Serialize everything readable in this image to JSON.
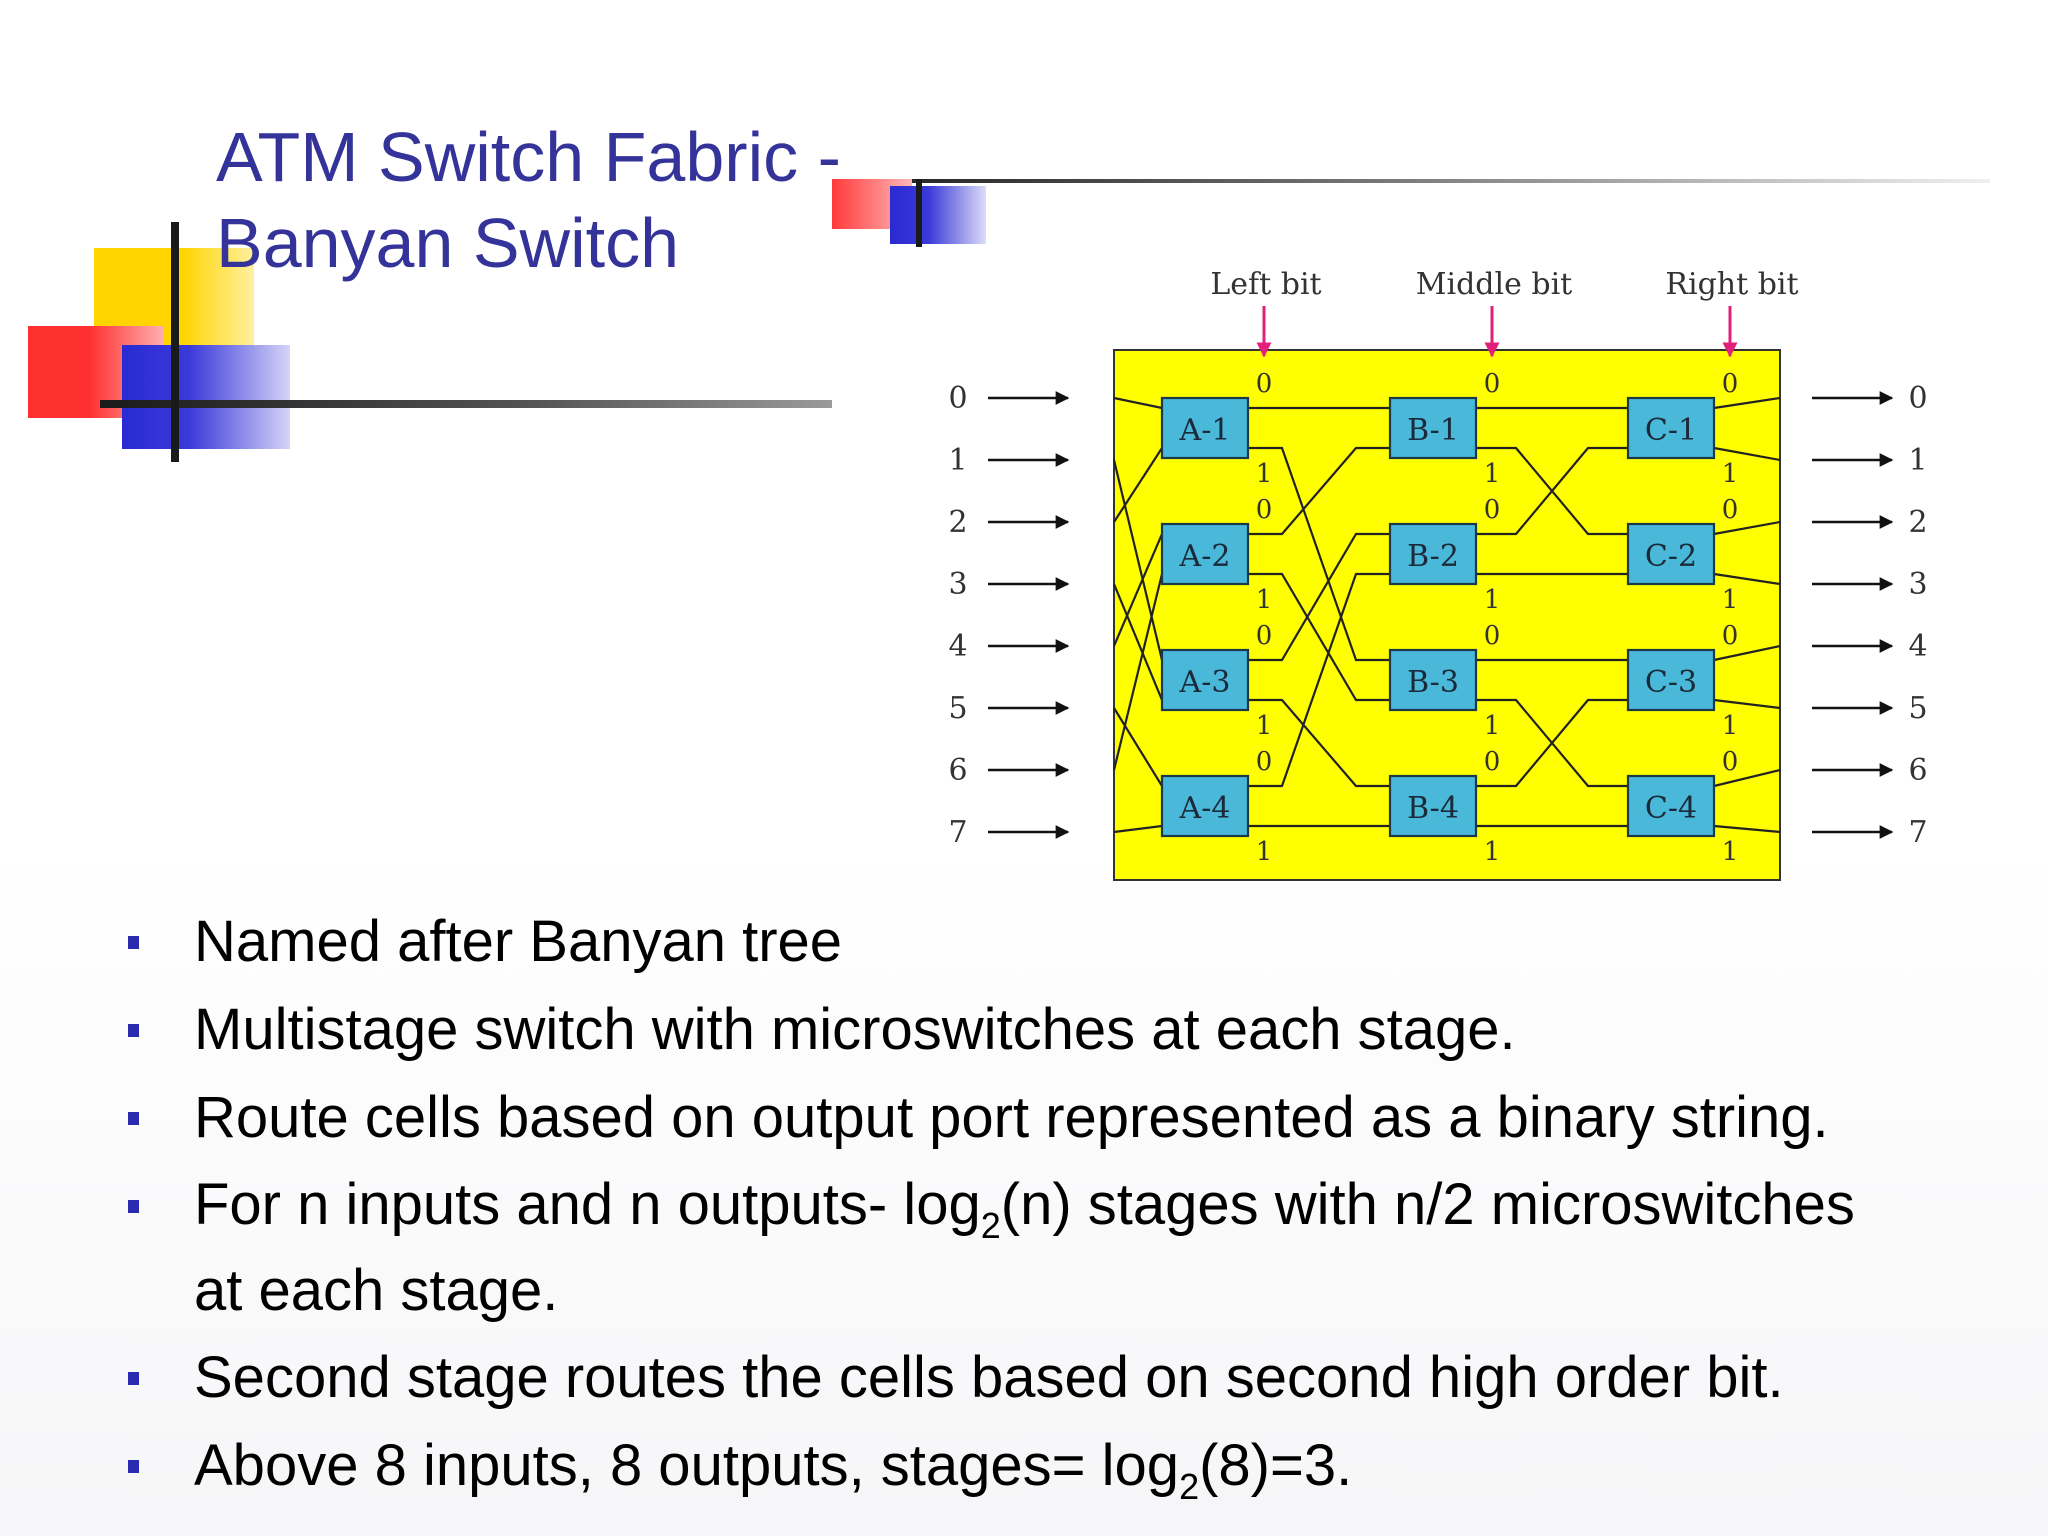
{
  "slide": {
    "title_line1": "ATM Switch Fabric -",
    "title_line2": "Banyan Switch"
  },
  "diagram": {
    "headers": [
      "Left bit",
      "Middle bit",
      "Right bit"
    ],
    "inputs": [
      "0",
      "1",
      "2",
      "3",
      "4",
      "5",
      "6",
      "7"
    ],
    "outputs": [
      "0",
      "1",
      "2",
      "3",
      "4",
      "5",
      "6",
      "7"
    ],
    "stages": [
      [
        "A-1",
        "A-2",
        "A-3",
        "A-4"
      ],
      [
        "B-1",
        "B-2",
        "B-3",
        "B-4"
      ],
      [
        "C-1",
        "C-2",
        "C-3",
        "C-4"
      ]
    ],
    "port_labels": [
      "0",
      "1"
    ],
    "colors": {
      "fabric": "#ffff00",
      "switch": "#4ab8d8",
      "bit_arrow": "#e0207a",
      "bullet": "#2b2bb0",
      "title": "#333399"
    }
  },
  "bullets": {
    "b1": "Named after Banyan tree",
    "b2": "Multistage switch with microswitches at each stage.",
    "b3": "Route cells based on output port represented as a binary string.",
    "b4_part1": "For n inputs and n outputs- log",
    "b4_sub": "2",
    "b4_part2": "(n) stages with n/2 microswitches",
    "b4_line2": "at each stage.",
    "b5": "Second stage routes the cells based on second high order bit.",
    "b6_part1": "Above 8 inputs, 8 outputs, stages= log",
    "b6_sub": "2",
    "b6_part2": "(8)=3."
  }
}
